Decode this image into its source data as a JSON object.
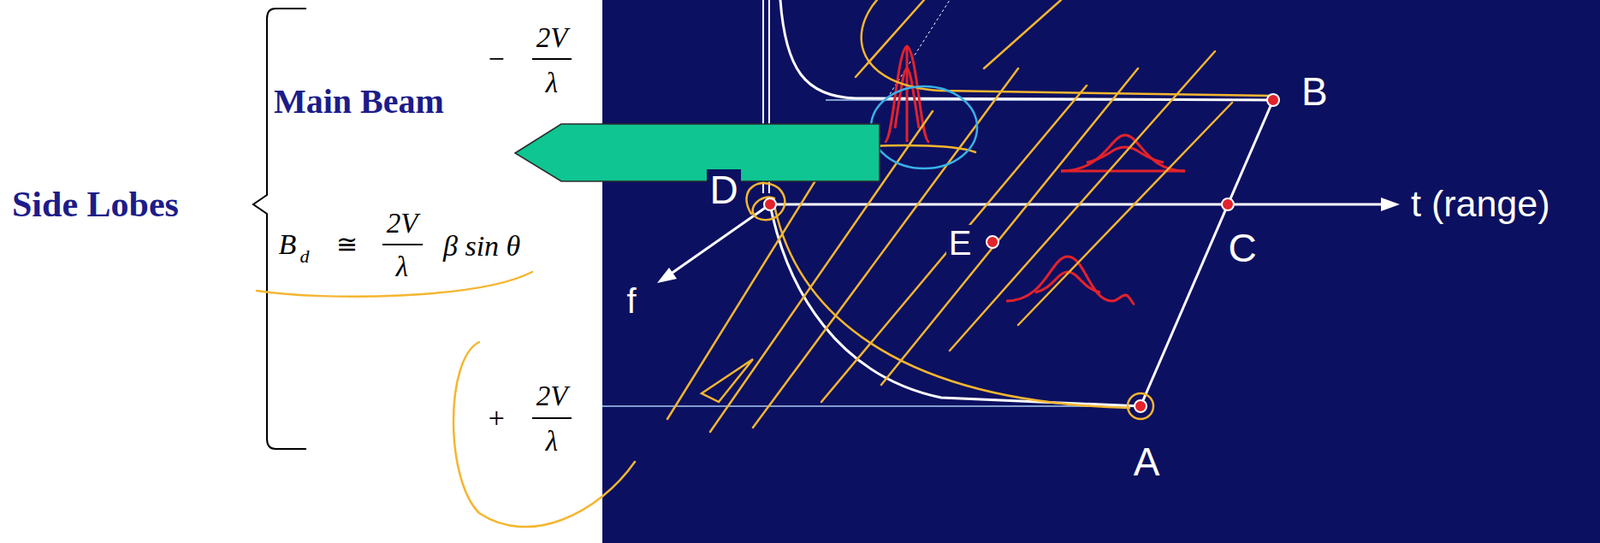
{
  "diagram": {
    "labels": [
      "Side Lobes",
      "Main Beam",
      "−",
      "2V",
      "λ",
      "B",
      "d",
      "≅",
      "2V",
      "λ",
      "β sin θ",
      "+",
      "2V",
      "λ",
      "B",
      "C",
      "t (range)",
      "E",
      "f",
      "A",
      "D"
    ]
  }
}
